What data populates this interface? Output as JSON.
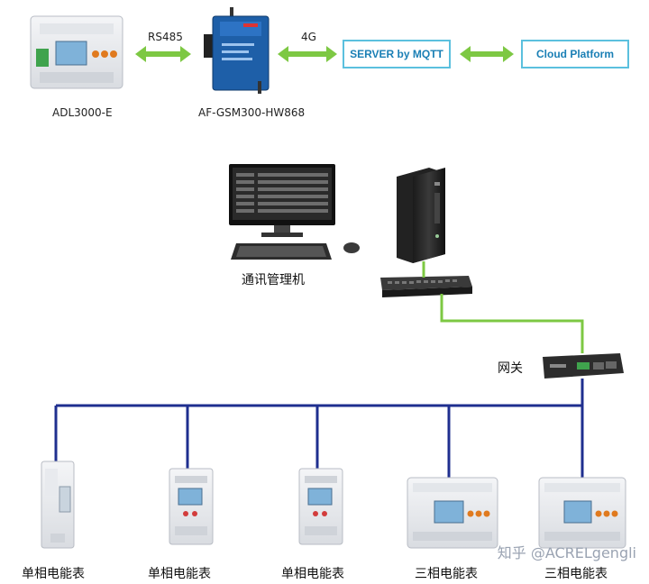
{
  "top_row": {
    "meter_label": "ADL3000-E",
    "gateway4g_label": "AF-GSM300-HW868",
    "link1_label": "RS485",
    "link2_label": "4G",
    "server_box": "SERVER by MQTT",
    "cloud_box": "Cloud Platform"
  },
  "middle": {
    "pc_label": "通讯管理机",
    "gateway_label": "网关"
  },
  "meters": [
    {
      "label": "单相电能表"
    },
    {
      "label": "单相电能表"
    },
    {
      "label": "单相电能表"
    },
    {
      "label": "三相电能表"
    },
    {
      "label": "三相电能表"
    }
  ],
  "watermark": "知乎 @ACRELgengli",
  "colors": {
    "arrow_green": "#7dc843",
    "bus_blue": "#1f2f8f",
    "box_border": "#5bc0de",
    "box_text": "#1a7fb5"
  }
}
